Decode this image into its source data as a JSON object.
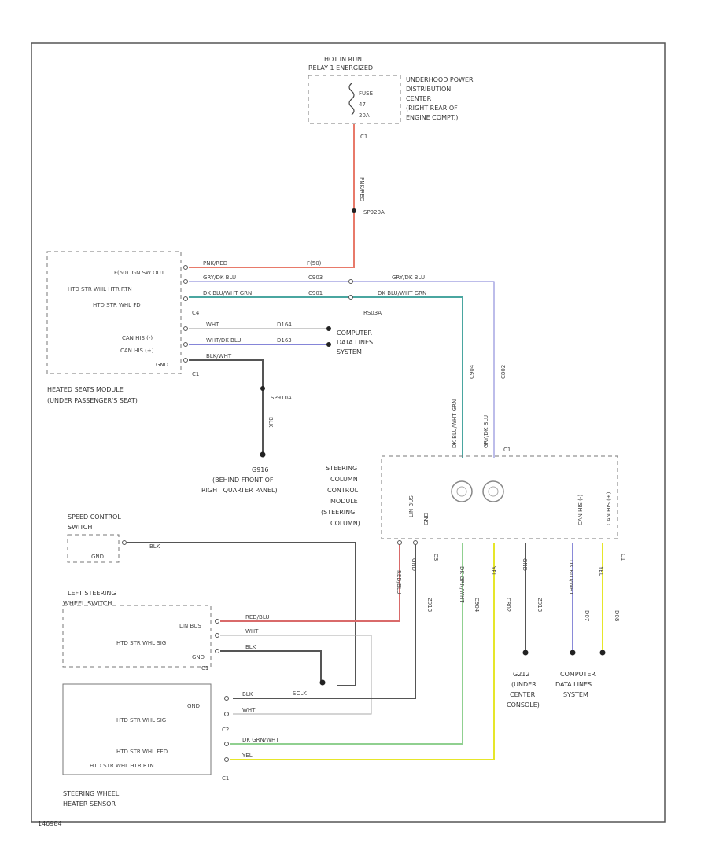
{
  "border": {
    "diagram_code": "146984"
  },
  "fuse_box": {
    "hot_label_1": "HOT IN RUN",
    "hot_label_2": "RELAY 1 ENERGIZED",
    "fuse_label": "FUSE",
    "fuse_number": "47",
    "fuse_amps": "20A",
    "connector": "C1",
    "caption": [
      "UNDERHOOD POWER",
      "DISTRIBUTION",
      "CENTER",
      "(RIGHT REAR OF",
      "ENGINE COMPT.)"
    ]
  },
  "splices": {
    "s_top": "SP920A",
    "s_mid": "SP910A",
    "module_side": "RS03A"
  },
  "heated_seats_module": {
    "pins": [
      "F(50) IGN SW OUT",
      "HTD STR WHL HTR RTN",
      "HTD STR WHL FD",
      "CAN HIS (-)",
      "CAN HIS (+)",
      "GND"
    ],
    "connectors": [
      "C4",
      "C1"
    ],
    "caption": [
      "HEATED SEATS MODULE",
      "(UNDER PASSENGER'S SEAT)"
    ]
  },
  "ground_g916": {
    "name": "G916",
    "caption": [
      "(BEHIND FRONT OF",
      "RIGHT QUARTER PANEL)"
    ]
  },
  "computer_data_lines_top": [
    "COMPUTER",
    "DATA LINES",
    "SYSTEM"
  ],
  "computer_data_lines_bottom": [
    "COMPUTER",
    "DATA LINES",
    "SYSTEM"
  ],
  "steering_column_module": {
    "caption": [
      "STEERING",
      "COLUMN",
      "CONTROL",
      "MODULE",
      "(STEERING",
      "COLUMN)"
    ],
    "top_connector": "C1",
    "bottom_connector_left": "C3",
    "bottom_connector_right": "C1",
    "pins_bottom": [
      "LIN BUS",
      "GND",
      "CAN HIS (-)",
      "CAN HIS (+)"
    ]
  },
  "speed_control_switch": {
    "caption": [
      "SPEED CONTROL",
      "SWITCH"
    ],
    "pin": "GND"
  },
  "left_steering_wheel_switch": {
    "caption": [
      "LEFT STEERING",
      "WHEEL SWITCH"
    ],
    "pins": [
      "LIN BUS",
      "HTD STR WHL SIG",
      "GND"
    ],
    "connector": "C1"
  },
  "steering_wheel_heater_sensor": {
    "pins": [
      "GND",
      "HTD STR WHL SIG",
      "HTD STR WHL FED",
      "HTD STR WHL HTR RTN"
    ],
    "connectors": [
      "C2",
      "C1"
    ],
    "caption": [
      "STEERING WHEEL",
      "HEATER SENSOR"
    ]
  },
  "ground_g212": {
    "name": "G212",
    "caption": [
      "(UNDER",
      "CENTER",
      "CONSOLE)"
    ]
  },
  "clockspring_splice": "SCLK",
  "wire_labels": {
    "pink_red": "PNK/RED",
    "f(50)": "F(50)",
    "gry_dk_blu": "GRY/DK BLU",
    "dk_blu_wht_grn": "DK BLU/WHT GRN",
    "c903": "C903",
    "c901": "C901",
    "c904": "C904",
    "c802": "C802",
    "wht": "WHT",
    "wht_dk_blu": "WHT/DK BLU",
    "d164": "D164",
    "d163": "D163",
    "blk_wht": "BLK/WHT",
    "blk": "BLK",
    "red_blu": "RED/BLU",
    "dk_grn_wht": "DK GRN/WHT",
    "yel": "YEL",
    "dk_blu_wht": "DK BLU/WHT",
    "gnd": "GND",
    "d07": "D07",
    "d08": "D08",
    "z913": "Z913"
  }
}
